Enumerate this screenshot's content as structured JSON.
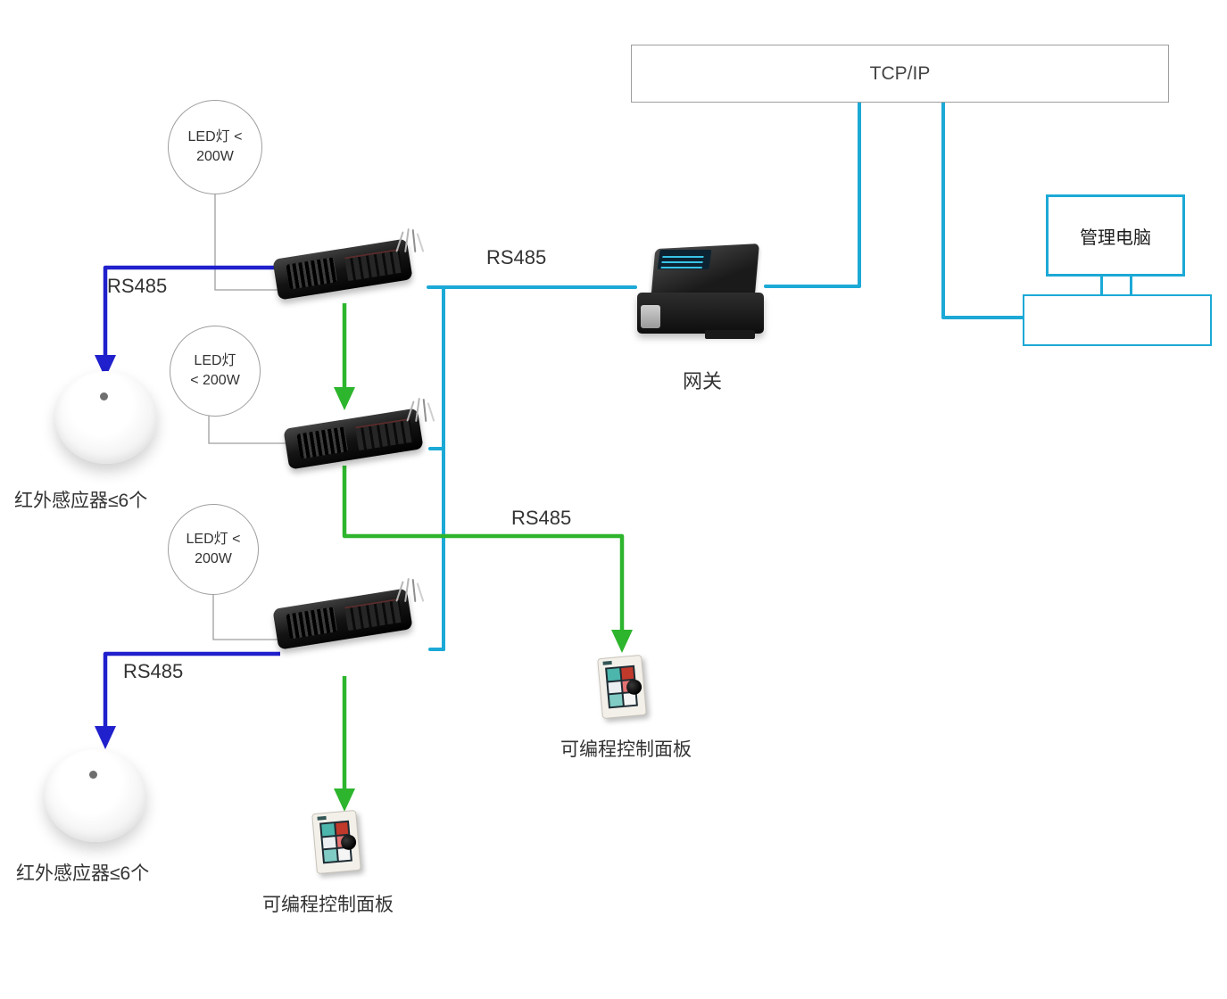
{
  "colors": {
    "cyan": "#1ca9d6",
    "blue": "#2020cc",
    "green": "#2db52d"
  },
  "tcpip": {
    "label": "TCP/IP"
  },
  "computer": {
    "label": "管理电脑"
  },
  "gateway": {
    "label": "网关"
  },
  "led_nodes": [
    {
      "line1": "LED灯 <",
      "line2": "200W"
    },
    {
      "line1": "LED灯",
      "line2": "< 200W"
    },
    {
      "line1": "LED灯 <",
      "line2": "200W"
    }
  ],
  "rs485": {
    "top_left": "RS485",
    "top_mid": "RS485",
    "mid": "RS485",
    "bottom_left": "RS485"
  },
  "sensors": [
    {
      "label": "红外感应器≤6个"
    },
    {
      "label": "红外感应器≤6个"
    }
  ],
  "panels": [
    {
      "label": "可编程控制面板"
    },
    {
      "label": "可编程控制面板"
    }
  ]
}
